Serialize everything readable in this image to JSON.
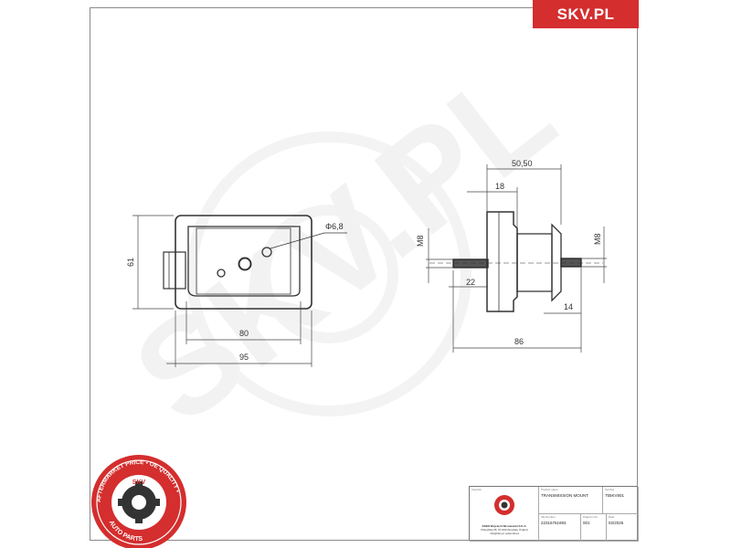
{
  "brand": {
    "label": "SKV.PL",
    "color": "#d42e2e"
  },
  "seal": {
    "text": "AFTERMARKET PRICE • OE QUALITY •",
    "name": "SKV",
    "bottom_text": "AUTO PARTS",
    "color": "#d42e2e"
  },
  "watermark": {
    "text": "SKV.PL"
  },
  "dimensions": {
    "hole": "Φ6,8",
    "height_front": "61",
    "width_inner": "80",
    "width_outer": "95",
    "width_top": "50,50",
    "flange": "18",
    "thread_left": "M8",
    "thread_right": "M8",
    "stud_left": "22",
    "stud_right": "14",
    "total_length": "86"
  },
  "title_block": {
    "importer_label": "Importer",
    "product_name_label": "Product name",
    "symbol_label": "Symbol",
    "product_name": "TRANSMISSION MOUNT",
    "symbol": "755KV801",
    "oe_label": "OE Number",
    "oe_number": "22316761993",
    "page_label": "Diagram No.",
    "page": "001",
    "date_label": "Date",
    "date": "02/2025",
    "company": "ESEN Wojciech Wisniewski S.K.A.",
    "address": "Pilsudzka 65, 57-600 Wroclaw, Poland",
    "contact": "info@skv.pl, www.skv.pl"
  }
}
